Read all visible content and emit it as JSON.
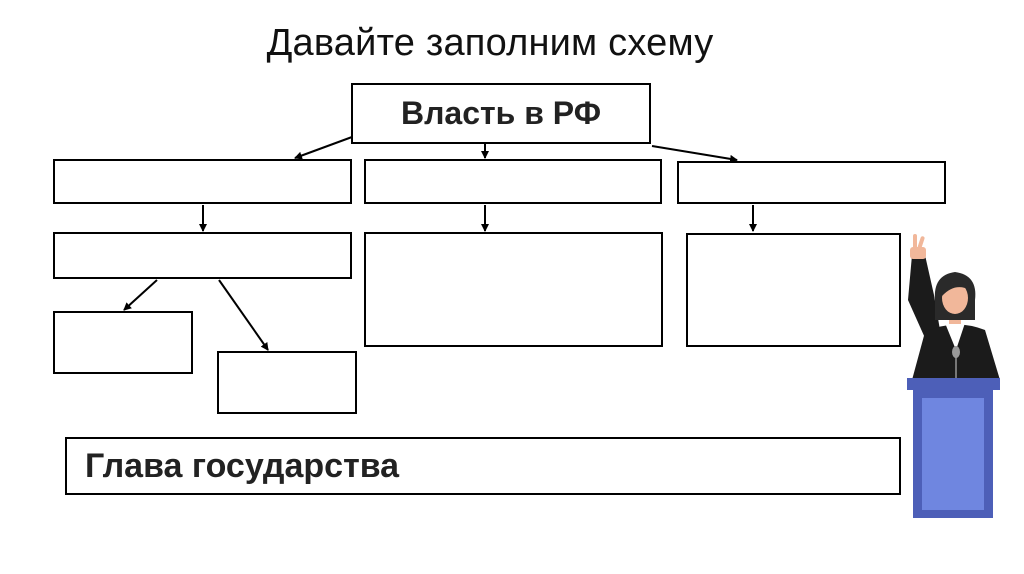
{
  "slide": {
    "title": "Давайте заполним схему",
    "root_label": "Власть в РФ",
    "head_of_state_label": "Глава государства"
  },
  "diagram": {
    "empty_boxes": [
      {
        "name": "branch-box-left",
        "text": ""
      },
      {
        "name": "branch-box-middle",
        "text": ""
      },
      {
        "name": "branch-box-right",
        "text": ""
      },
      {
        "name": "body-box-left",
        "text": ""
      },
      {
        "name": "body-box-middle",
        "text": ""
      },
      {
        "name": "body-box-right",
        "text": ""
      },
      {
        "name": "chamber-box-left",
        "text": ""
      },
      {
        "name": "chamber-box-right",
        "text": ""
      }
    ]
  },
  "illustration": {
    "icon": "speaker-at-podium-icon",
    "podium_color": "#6f86e0",
    "podium_shade": "#4d5fb8",
    "jacket_color": "#1b1b1b",
    "skin_color": "#f1b79a",
    "hair_color": "#2a2a2a"
  }
}
